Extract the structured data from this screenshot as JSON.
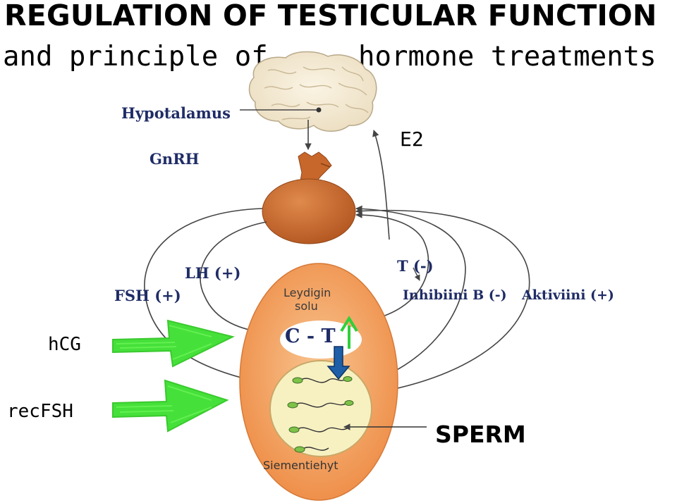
{
  "title": {
    "line1": "REGULATION OF TESTICULAR FUNCTION",
    "line2_left": "and principle of",
    "line2_right": "hormone treatments"
  },
  "labels": {
    "hypotalamus": "Hypotalamus",
    "gnrh": "GnRH",
    "e2": "E2",
    "lh": "LH (+)",
    "t": "T (-)",
    "fsh": "FSH (+)",
    "inhibiini": "Inhibiini B (-)",
    "aktiviini": "Aktiviini (+)",
    "leydig_line1": "Leydigin",
    "leydig_line2": "solu",
    "ct": "C - T",
    "siementiehyt": "Siementiehyt",
    "sperm": "SPERM",
    "hcg": "hCG",
    "recfsh": "recFSH"
  },
  "colors": {
    "testis_orange": "#f4a062",
    "pituitary_brown": "#c9672c",
    "tubule_yellow": "#f7f1c2",
    "treatment_green": "#46e03a",
    "up_arrow_green": "#2fcf3a",
    "down_arrow_blue": "#1f5fa8",
    "label_navy": "#1f2c66"
  },
  "icons": [
    "brain-icon",
    "pituitary-gland-icon",
    "sperm-cell-icon",
    "green-arrow-icon",
    "blue-down-arrow-icon",
    "green-up-arrow-icon"
  ]
}
